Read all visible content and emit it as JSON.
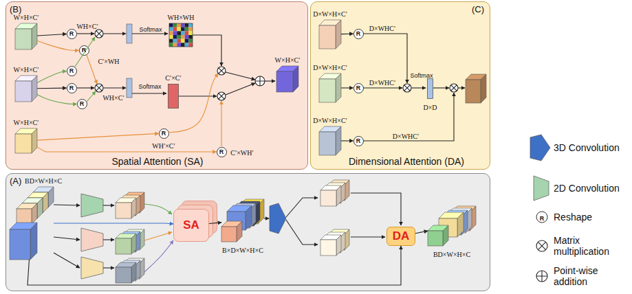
{
  "diagram": {
    "nodes": [
      {
        "text": [
          "(B)",
          "Spatial Attention (SA)"
        ]
      },
      {
        "text": [
          "W×H×C′"
        ],
        "in": 0
      },
      {
        "text": [
          "W×H×C′"
        ],
        "in": 0
      },
      {
        "text": [
          "W×H×C′"
        ],
        "in": 0
      },
      {
        "text": [
          "R"
        ],
        "in": 0
      },
      {
        "text": [
          "R"
        ],
        "in": 0
      },
      {
        "text": [
          "R"
        ],
        "in": 0
      },
      {
        "text": [
          "R"
        ],
        "in": 0
      },
      {
        "text": [
          "R"
        ],
        "in": 0
      },
      {
        "text": [
          "R"
        ],
        "in": 0
      },
      {
        "text": [
          "R"
        ],
        "in": 0
      },
      {
        "text": [
          "WH×WH"
        ],
        "in": 0
      },
      {
        "text": [
          "C′×C′"
        ],
        "in": 0
      },
      {
        "text": [
          "W×H×C′"
        ],
        "in": 0
      },
      {
        "text": [
          "(C)",
          "Dimensional Attention (DA)"
        ]
      },
      {
        "text": [
          "D×W×H×C′"
        ],
        "in": 14
      },
      {
        "text": [
          "D×W×H×C′"
        ],
        "in": 14
      },
      {
        "text": [
          "D×W×H×C′"
        ],
        "in": 14
      },
      {
        "text": [
          "R"
        ],
        "in": 14
      },
      {
        "text": [
          "R"
        ],
        "in": 14
      },
      {
        "text": [
          "R"
        ],
        "in": 14
      },
      {
        "text": [
          "D×D"
        ],
        "in": 14
      },
      {
        "text": [
          "(A)"
        ]
      },
      {
        "text": [
          "BD×W×H×C"
        ],
        "in": 22
      },
      {
        "text": [
          "SA"
        ],
        "in": 22
      },
      {
        "text": [
          "B×D×W×H×C"
        ],
        "in": 22
      },
      {
        "text": [
          "DA"
        ],
        "in": 22
      },
      {
        "text": [
          "BD×W×H×C"
        ],
        "in": 22
      }
    ],
    "edges": [
      {
        "from": 1,
        "to": 4,
        "arrow": "to"
      },
      {
        "from": 1,
        "to": 5,
        "arrow": "to"
      },
      {
        "from": 2,
        "to": 6,
        "arrow": "to"
      },
      {
        "from": 2,
        "to": 7,
        "arrow": "to"
      },
      {
        "from": 2,
        "to": 8,
        "arrow": "to"
      },
      {
        "from": 3,
        "to": 9,
        "arrow": "to"
      },
      {
        "from": 3,
        "to": 10,
        "arrow": "to"
      },
      {
        "from": 15,
        "to": 18,
        "arrow": "to"
      },
      {
        "from": 16,
        "to": 19,
        "arrow": "to"
      },
      {
        "from": 17,
        "to": 20,
        "arrow": "to"
      },
      {
        "from": 23,
        "to": 24,
        "arrow": "to"
      },
      {
        "from": 24,
        "to": 25,
        "arrow": "to"
      },
      {
        "from": 26,
        "to": 27,
        "arrow": "to"
      },
      {
        "from": 23,
        "to": 26,
        "arrow": "to"
      }
    ],
    "labels": [
      "WH×C′",
      "C′×WH",
      "WH×C′",
      "Softmax",
      "Softmax",
      "WH′×C′",
      "C′×WH′",
      "D×WHC′",
      "D×WHC′",
      "D×WHC′",
      "Softmax",
      "R"
    ],
    "legend": [
      {
        "text": "3D Convolution"
      },
      {
        "text": "2D Convolution"
      },
      {
        "text": "Reshape"
      },
      {
        "text": "Matrix multiplication"
      },
      {
        "text": "Point-wise addition"
      }
    ]
  }
}
